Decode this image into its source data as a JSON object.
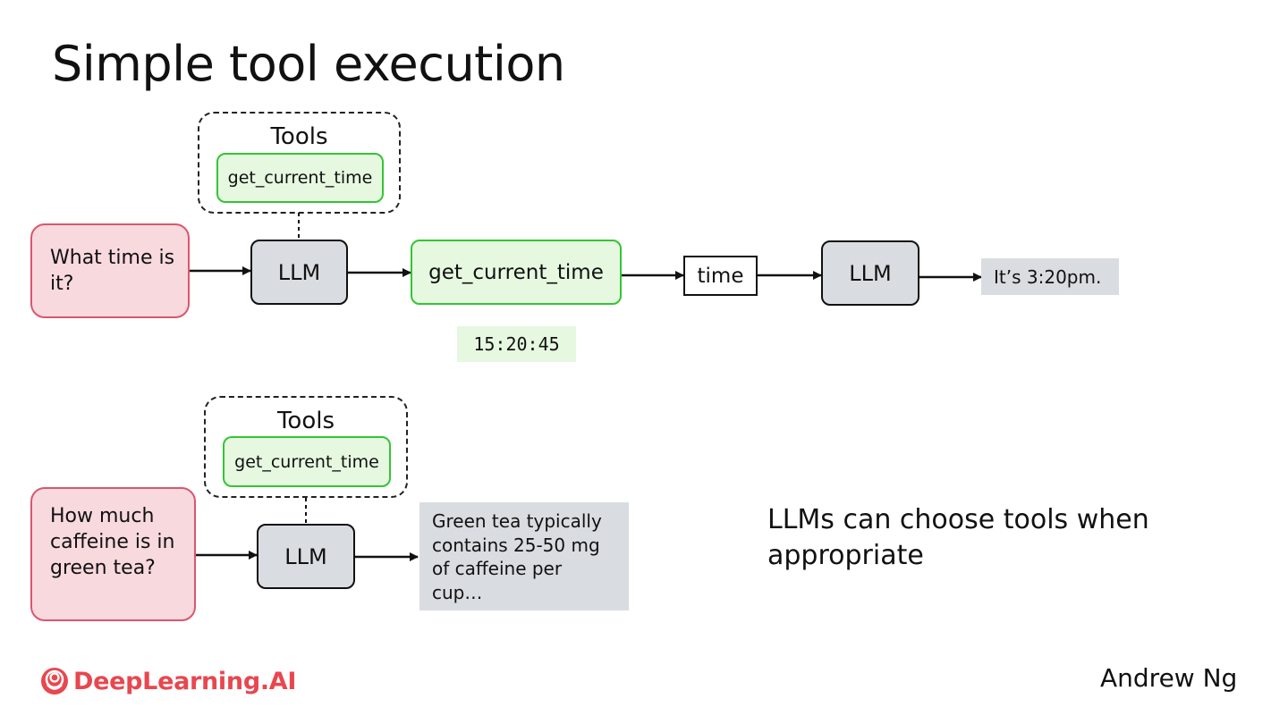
{
  "title": "Simple tool execution",
  "example1": {
    "tools_label": "Tools",
    "tool_name": "get_current_time",
    "user_prompt": "What time is it?",
    "llm_label": "LLM",
    "tool_call": "get_current_time",
    "tool_result": "15:20:45",
    "variable": "time",
    "llm2_label": "LLM",
    "response": "It’s 3:20pm."
  },
  "example2": {
    "tools_label": "Tools",
    "tool_name": "get_current_time",
    "user_prompt": "How much caffeine is in green tea?",
    "llm_label": "LLM",
    "response": "Green tea typically contains 25-50 mg of caffeine per cup…"
  },
  "note": "LLMs can choose tools when appropriate",
  "brand": {
    "name": "DeepLearning.AI",
    "color": "#e8474f",
    "icon": "deeplearning-logo-icon"
  },
  "author": "Andrew Ng",
  "colors": {
    "user_fill": "#f7d9de",
    "user_border": "#d9576e",
    "llm_fill": "#d9dce1",
    "tool_fill": "#e6f8e0",
    "tool_border": "#35c435"
  }
}
